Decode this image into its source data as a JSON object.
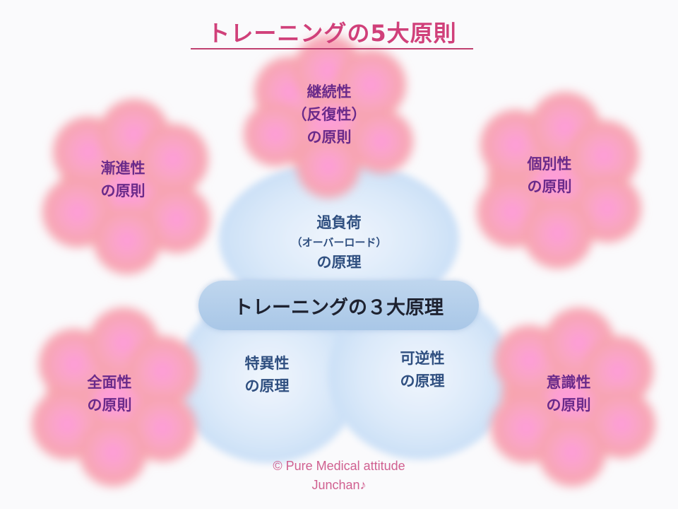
{
  "title": {
    "text": "トレーニングの5大原則",
    "color": "#d0407a"
  },
  "principles5": [
    {
      "id": "keizokusei",
      "lines": [
        "継続性",
        "（反復性）",
        "の原則"
      ]
    },
    {
      "id": "zenshinsei",
      "lines": [
        "漸進性",
        "の原則"
      ]
    },
    {
      "id": "kobetsusei",
      "lines": [
        "個別性",
        "の原則"
      ]
    },
    {
      "id": "zenmensei",
      "lines": [
        "全面性",
        "の原則"
      ]
    },
    {
      "id": "ishikisei",
      "lines": [
        "意識性",
        "の原則"
      ]
    }
  ],
  "principles3": {
    "center_label": "トレーニングの３大原理",
    "overload": {
      "line1": "過負荷",
      "line2": "（オーバーロード）",
      "line3": "の原理"
    },
    "specificity": {
      "line1": "特異性",
      "line2": "の原理"
    },
    "reversibility": {
      "line1": "可逆性",
      "line2": "の原理"
    }
  },
  "copyright": {
    "line1": "© Pure Medical attitude",
    "line2": "Junchan♪"
  },
  "colors": {
    "cloud_outer": "#f6a3a6",
    "cloud_inner": "#ff9fd6",
    "circle_blue": "#cfe3fa",
    "text_purple": "#6a2a8a",
    "text_blue": "#2f4f80"
  }
}
